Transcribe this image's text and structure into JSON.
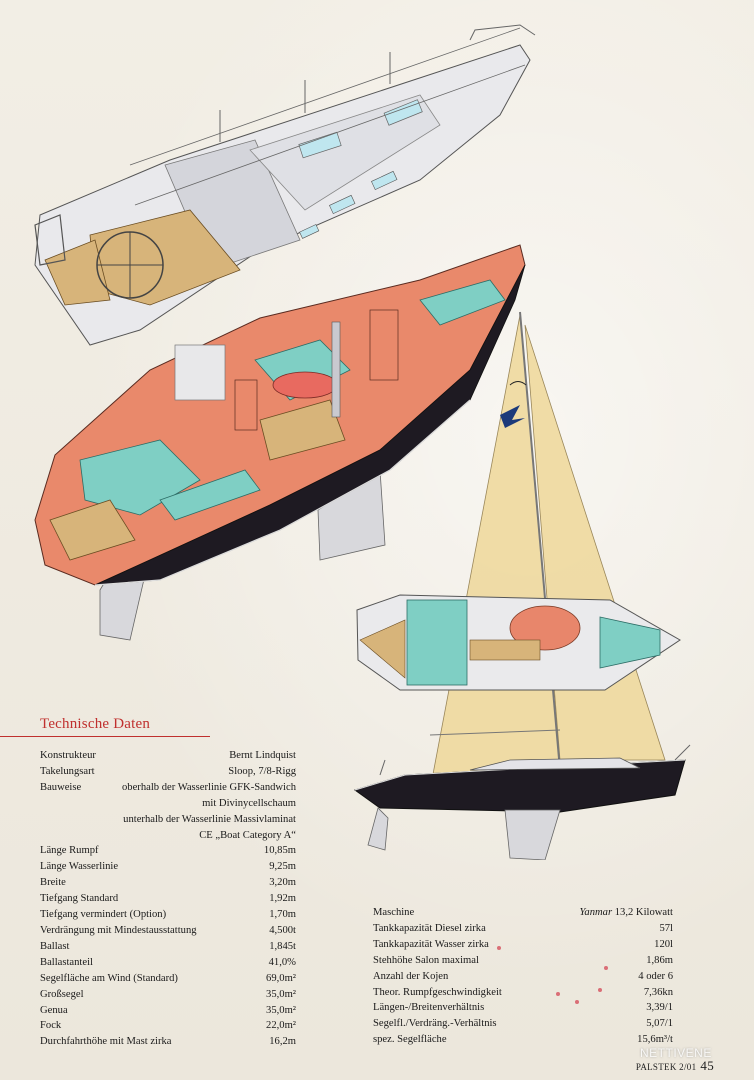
{
  "section_title": "Technische Daten",
  "specs_left": [
    {
      "label": "Konstrukteur",
      "value": "Bernt Lindquist"
    },
    {
      "label": "Takelungsart",
      "value": "Sloop, 7/8-Rigg"
    },
    {
      "label": "Bauweise",
      "value": "oberhalb der Wasserlinie GFK-Sandwich"
    },
    {
      "label": "",
      "value": "mit Divinycellschaum"
    },
    {
      "label": "",
      "value": "unterhalb der Wasserlinie Massivlaminat"
    },
    {
      "label": "",
      "value": "CE „Boat Category A“"
    },
    {
      "label": "Länge Rumpf",
      "value": "10,85m"
    },
    {
      "label": "Länge Wasserlinie",
      "value": "9,25m"
    },
    {
      "label": "Breite",
      "value": "3,20m"
    },
    {
      "label": "Tiefgang Standard",
      "value": "1,92m"
    },
    {
      "label": "Tiefgang vermindert (Option)",
      "value": "1,70m"
    },
    {
      "label": "Verdrängung mit Mindestausstattung",
      "value": "4,500t"
    },
    {
      "label": "Ballast",
      "value": "1,845t"
    },
    {
      "label": "Ballastanteil",
      "value": "41,0%"
    },
    {
      "label": "Segelfläche am Wind (Standard)",
      "value": "69,0m²"
    },
    {
      "label": "Großsegel",
      "value": "35,0m²"
    },
    {
      "label": "Genua",
      "value": "35,0m²"
    },
    {
      "label": "Fock",
      "value": "22,0m²"
    },
    {
      "label": "Durchfahrthöhe mit Mast zirka",
      "value": "16,2m"
    }
  ],
  "specs_right": [
    {
      "label": "Maschine",
      "value_italic": "Yanmar",
      "value": " 13,2 Kilowatt"
    },
    {
      "label": "Tankkapazität Diesel zirka",
      "value_italic": "",
      "value": "57l"
    },
    {
      "label": "Tankkapazität Wasser zirka",
      "value_italic": "",
      "value": "120l"
    },
    {
      "label": "Stehhöhe Salon maximal",
      "value_italic": "",
      "value": "1,86m"
    },
    {
      "label": "Anzahl der Kojen",
      "value_italic": "",
      "value": "4 oder 6"
    },
    {
      "label": "Theor. Rumpfgeschwindigkeit",
      "value_italic": "",
      "value": "7,36kn"
    },
    {
      "label": "Längen-/Breitenverhältnis",
      "value_italic": "",
      "value": "3,39/1"
    },
    {
      "label": "Segelfl./Verdräng.-Verhältnis",
      "value_italic": "",
      "value": "5,07/1"
    },
    {
      "label": "spez. Segelfläche",
      "value_italic": "",
      "value": "15,6m³/t"
    }
  ],
  "footer": {
    "magazine": "PALSTEK 2/01",
    "page": "45"
  },
  "watermark": "NETTIVENE",
  "colors": {
    "heading_red": "#c0302e",
    "hull_dark": "#1e1a22",
    "interior_salmon": "#e98a6c",
    "upholstery_teal": "#7fcfc4",
    "teak": "#d9b77c",
    "sail": "#efd89a"
  }
}
